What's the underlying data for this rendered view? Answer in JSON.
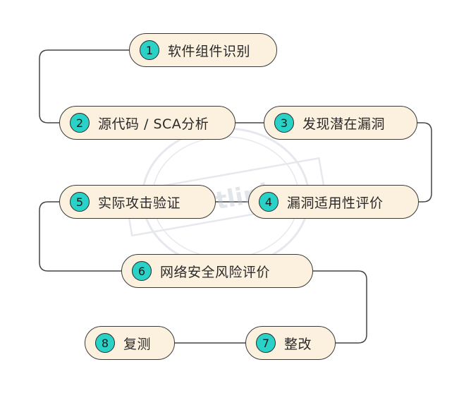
{
  "steps": [
    {
      "num": "1",
      "label": "软件组件识别"
    },
    {
      "num": "2",
      "label": "源代码 / SCA分析"
    },
    {
      "num": "3",
      "label": "发现潜在漏洞"
    },
    {
      "num": "4",
      "label": "漏洞适用性评价"
    },
    {
      "num": "5",
      "label": "实际攻击验证"
    },
    {
      "num": "6",
      "label": "网络安全风险评价"
    },
    {
      "num": "7",
      "label": "整改"
    },
    {
      "num": "8",
      "label": "复测"
    }
  ],
  "watermark": {
    "text": "turtlink"
  },
  "colors": {
    "node_fill": "#fcf1df",
    "badge_fill": "#29d1c6",
    "stroke": "#3a3a3a",
    "watermark": "#c9cfd8"
  }
}
